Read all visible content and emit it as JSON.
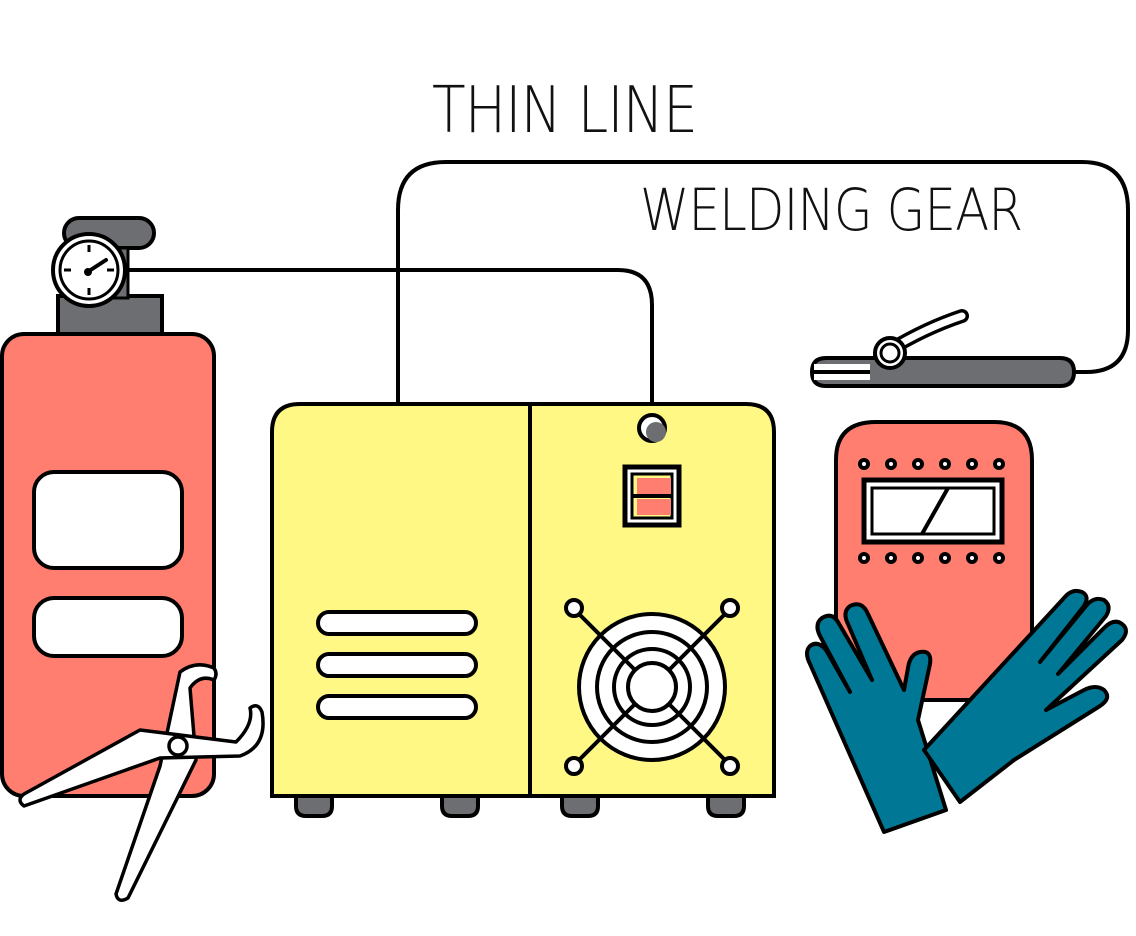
{
  "title": {
    "line1": "THIN LINE",
    "line2": "WELDING GEAR"
  },
  "palette": {
    "outline": "#000000",
    "cylinder_red": "#FF7E70",
    "machine_yellow": "#FFF884",
    "gray_metal": "#6D6E72",
    "glove_teal": "#007895",
    "white": "#FFFFFF"
  },
  "items": [
    {
      "id": "gas-cylinder",
      "label": "gas cylinder with pressure gauge"
    },
    {
      "id": "welding-machine",
      "label": "welding machine"
    },
    {
      "id": "electrode-holder",
      "label": "electrode holder clamp"
    },
    {
      "id": "welding-mask",
      "label": "welding mask"
    },
    {
      "id": "welding-gloves",
      "label": "welding gloves"
    },
    {
      "id": "tongs",
      "label": "tongs"
    }
  ]
}
